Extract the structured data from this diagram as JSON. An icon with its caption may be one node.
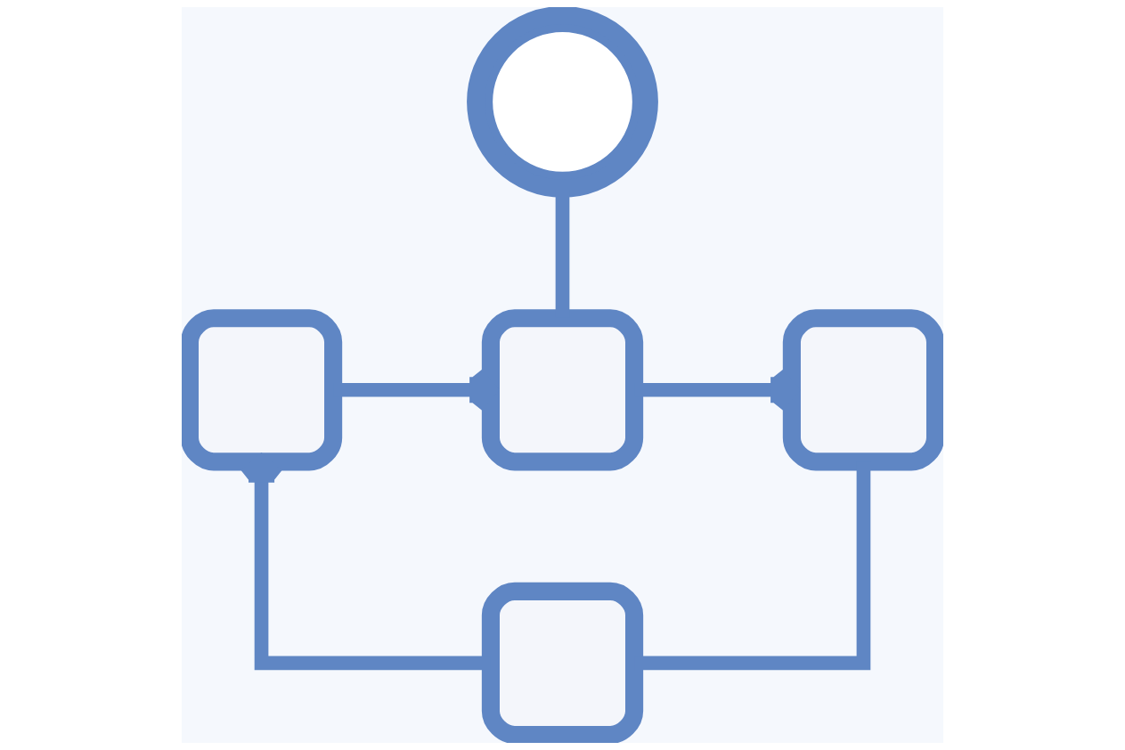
{
  "diagram": {
    "nodes": [
      {
        "text": [],
        "shape": "gear"
      },
      {
        "text": [],
        "shape": "box"
      },
      {
        "text": [],
        "shape": "box"
      },
      {
        "text": [],
        "shape": "box"
      },
      {
        "text": [],
        "shape": "box"
      }
    ],
    "edges": [
      {
        "from": 0,
        "to": 2,
        "arrow": "none"
      },
      {
        "from": 1,
        "to": 2,
        "arrow": "to"
      },
      {
        "from": 2,
        "to": 3,
        "arrow": "to"
      },
      {
        "from": 3,
        "to": 4,
        "arrow": "none"
      },
      {
        "from": 4,
        "to": 1,
        "arrow": "to"
      }
    ]
  }
}
